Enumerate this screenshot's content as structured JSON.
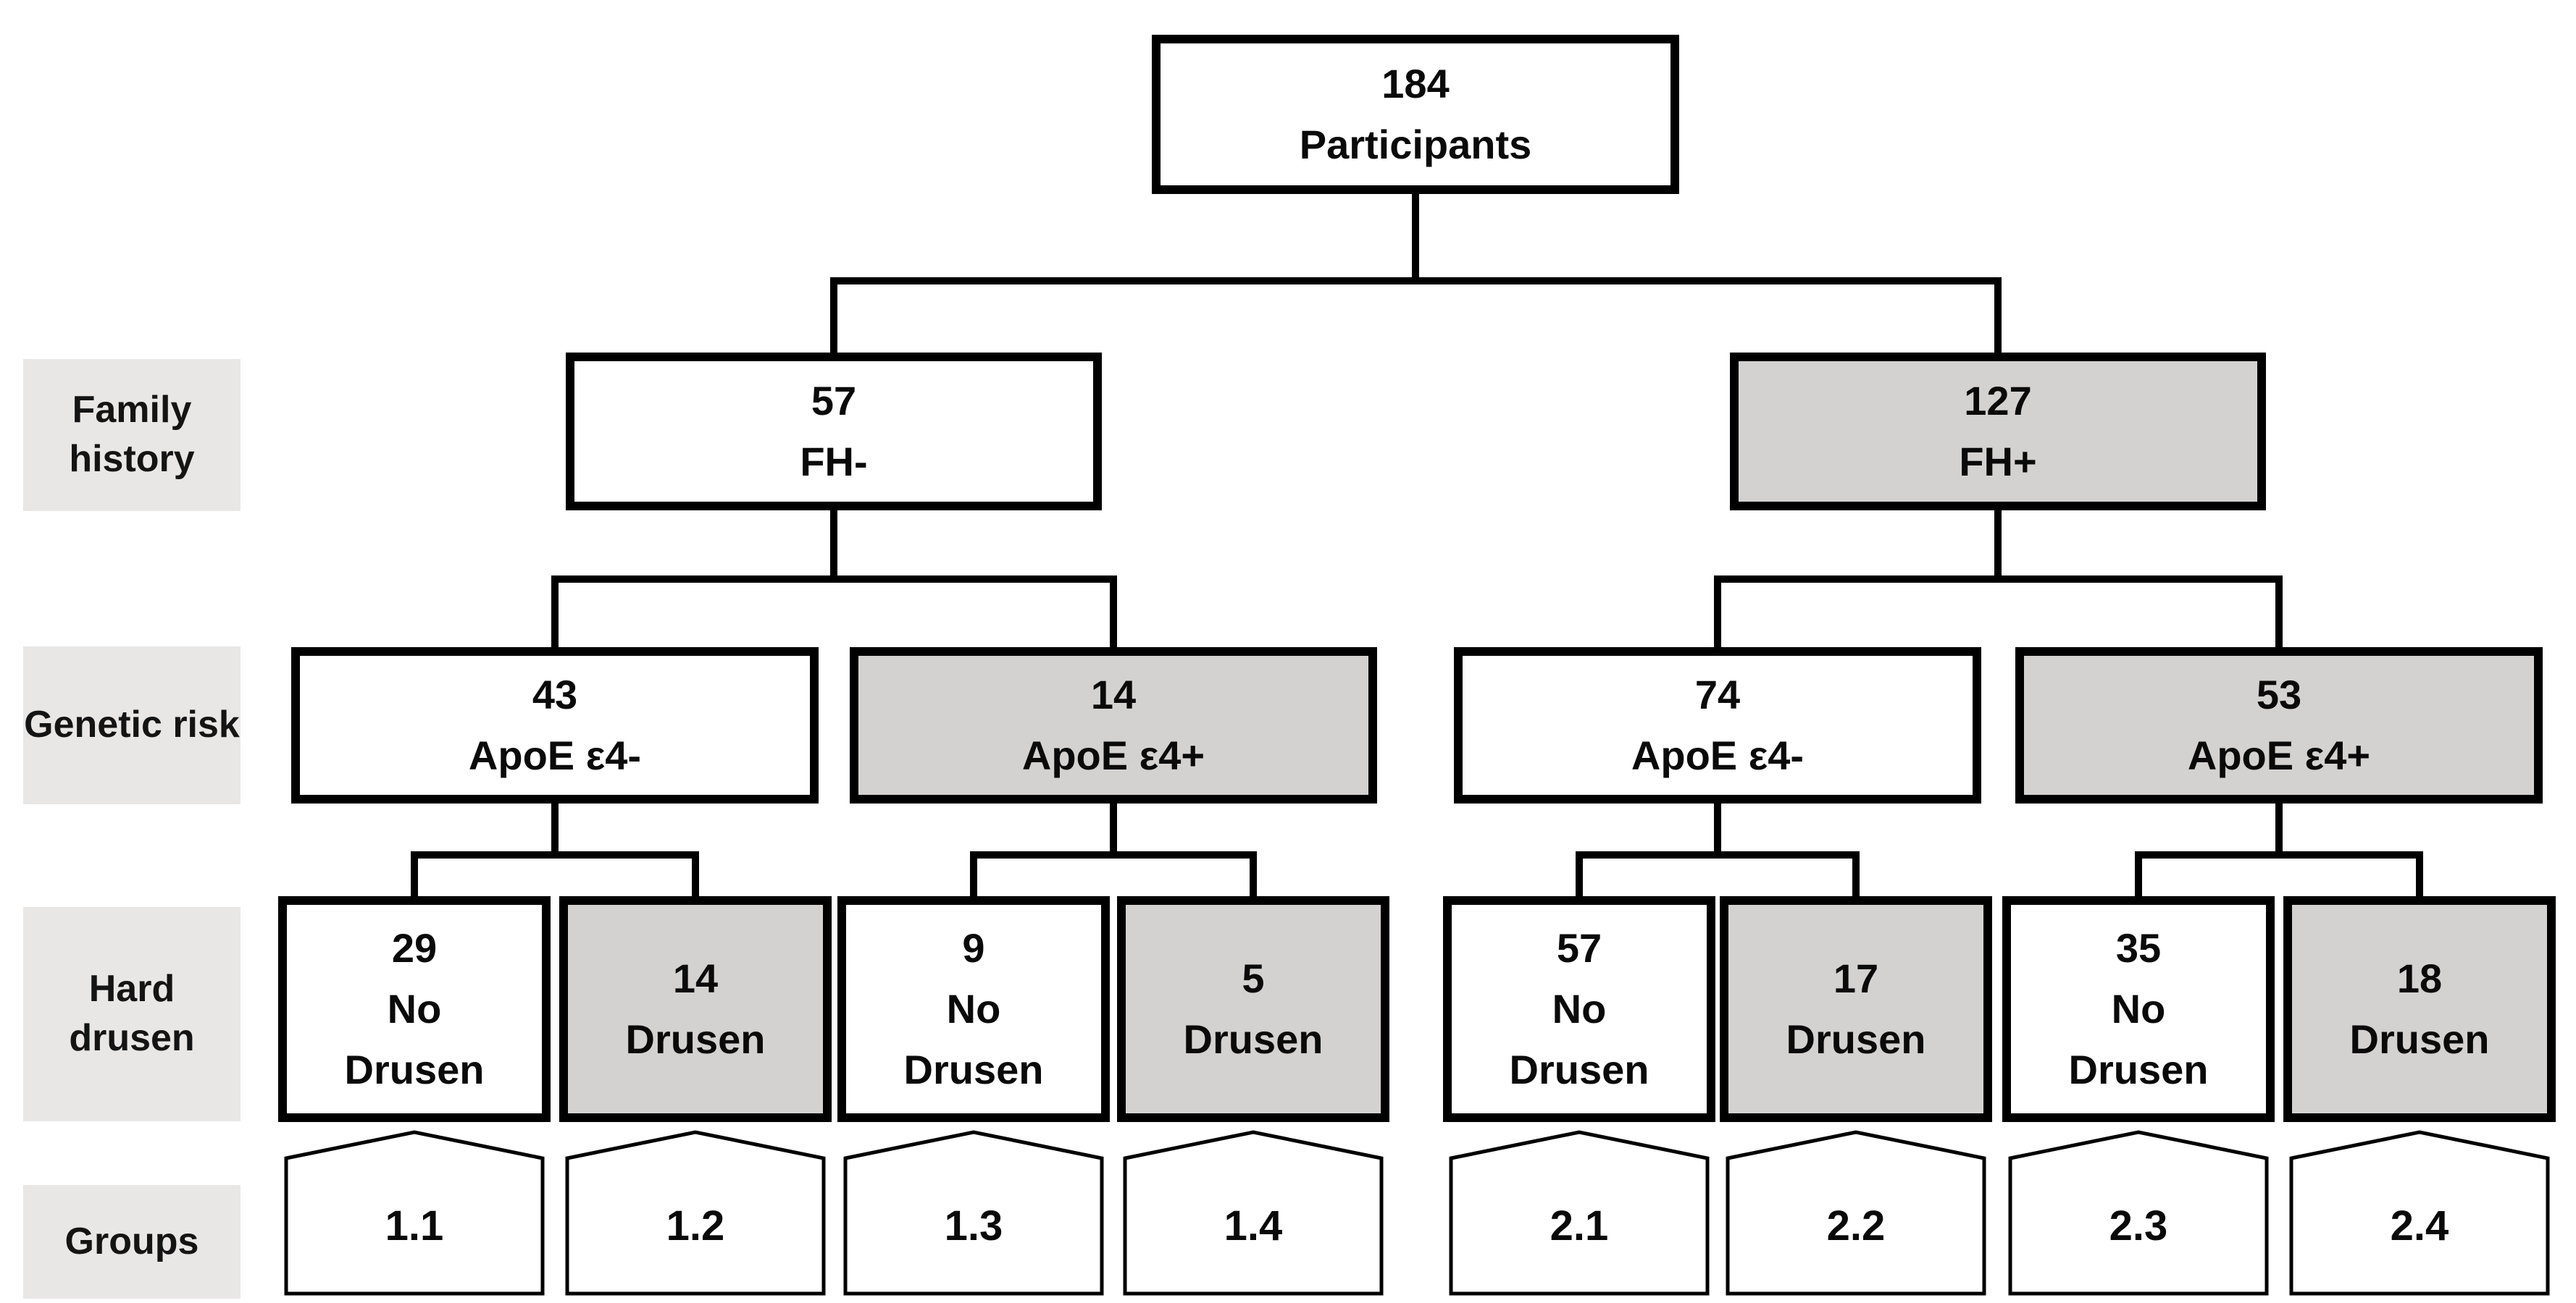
{
  "row_labels": {
    "family_history": "Family history",
    "genetic_risk": "Genetic risk",
    "hard_drusen": "Hard drusen",
    "groups": "Groups"
  },
  "root": {
    "count": "184",
    "label": "Participants",
    "shaded": false
  },
  "family_history": [
    {
      "count": "57",
      "label": "FH-",
      "shaded": false
    },
    {
      "count": "127",
      "label": "FH+",
      "shaded": true
    }
  ],
  "genetic_risk": [
    {
      "count": "43",
      "label": "ApoE ε4-",
      "shaded": false
    },
    {
      "count": "14",
      "label": "ApoE ε4+",
      "shaded": true
    },
    {
      "count": "74",
      "label": "ApoE ε4-",
      "shaded": false
    },
    {
      "count": "53",
      "label": "ApoE ε4+",
      "shaded": true
    }
  ],
  "hard_drusen": [
    {
      "count": "29",
      "label": "No\nDrusen",
      "shaded": false
    },
    {
      "count": "14",
      "label": "Drusen",
      "shaded": true
    },
    {
      "count": "9",
      "label": "No\nDrusen",
      "shaded": false
    },
    {
      "count": "5",
      "label": "Drusen",
      "shaded": true
    },
    {
      "count": "57",
      "label": "No\nDrusen",
      "shaded": false
    },
    {
      "count": "17",
      "label": "Drusen",
      "shaded": true
    },
    {
      "count": "35",
      "label": "No\nDrusen",
      "shaded": false
    },
    {
      "count": "18",
      "label": "Drusen",
      "shaded": true
    }
  ],
  "groups": [
    {
      "label": "1.1"
    },
    {
      "label": "1.2"
    },
    {
      "label": "1.3"
    },
    {
      "label": "1.4"
    },
    {
      "label": "2.1"
    },
    {
      "label": "2.2"
    },
    {
      "label": "2.3"
    },
    {
      "label": "2.4"
    }
  ],
  "colors": {
    "shaded_fill": "#d4d1d1",
    "plain_fill": "#ffffff",
    "row_label_bg": "#e9e6e6",
    "line": "#000000"
  }
}
